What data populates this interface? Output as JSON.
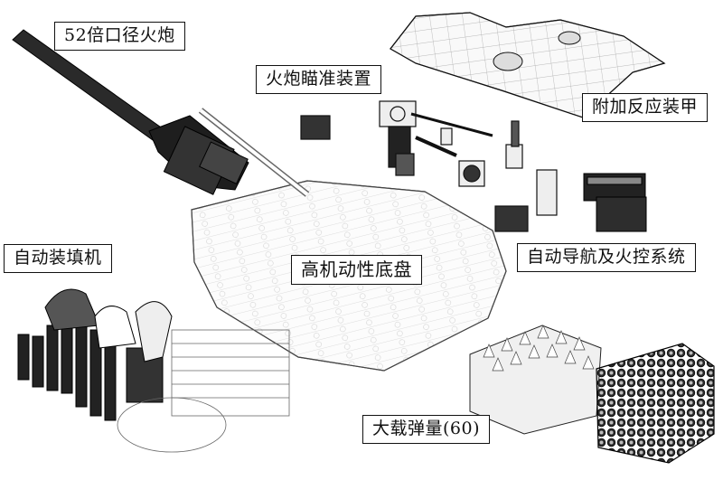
{
  "labels": {
    "main_gun": "52倍口径火炮",
    "gun_sight": "火炮瞄准装置",
    "reactive_armor": "附加反应装甲",
    "autoloader": "自动装填机",
    "chassis": "高机动性底盘",
    "fire_control": "自动导航及火控系统",
    "ammo_capacity": "大载弹量(60)"
  },
  "colors": {
    "ink": "#111111",
    "dark_metal": "#2a2a2a",
    "light_fill": "#f2f2f2",
    "background": "#ffffff"
  }
}
